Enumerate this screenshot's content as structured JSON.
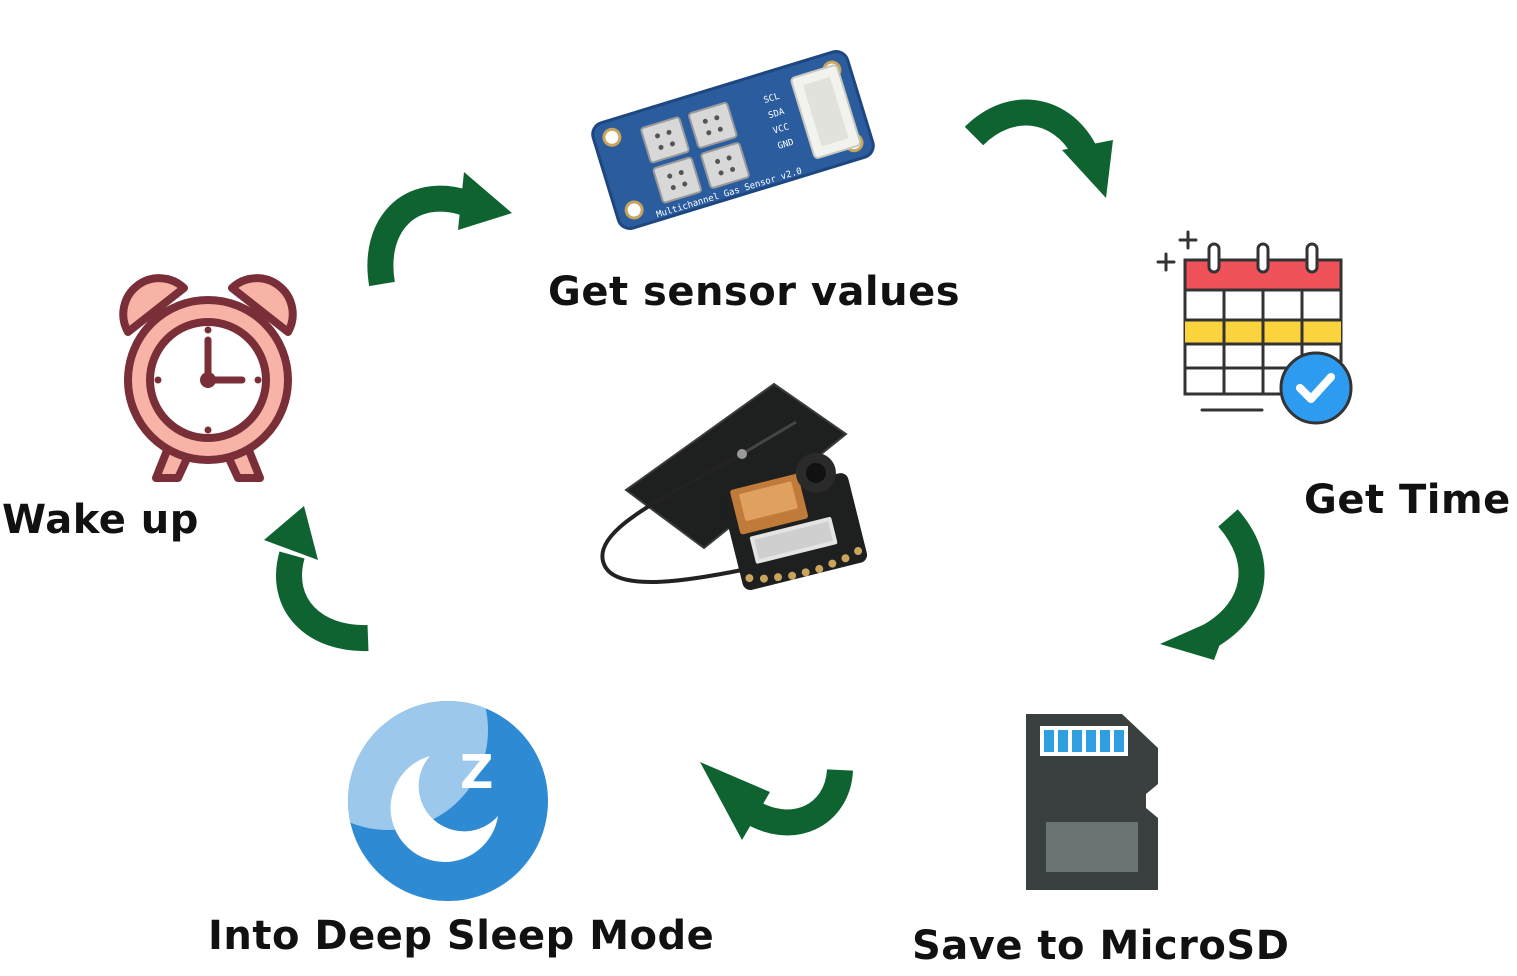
{
  "diagram": {
    "steps": [
      {
        "id": "get-sensor-values",
        "label": "Get sensor values",
        "icon": "gas-sensor-board-image"
      },
      {
        "id": "get-time",
        "label": "Get Time",
        "icon": "calendar-check-icon"
      },
      {
        "id": "save-to-microsd",
        "label": "Save to MicroSD",
        "icon": "microsd-card-icon"
      },
      {
        "id": "into-deep-sleep-mode",
        "label": "Into Deep Sleep Mode",
        "icon": "moon-sleep-icon"
      },
      {
        "id": "wake-up",
        "label": "Wake up",
        "icon": "alarm-clock-icon"
      }
    ],
    "center": {
      "icon": "xiao-esp32s3-board-with-antenna-image",
      "sensor_silkscreen": "Multichannel Gas Sensor v2.0",
      "pin_labels": [
        "SCL",
        "SDA",
        "VCC",
        "GND"
      ]
    },
    "arrow_direction": "clockwise"
  },
  "colors": {
    "arrow": "#0f6330",
    "text": "#111111",
    "clock_dark": "#7a2f38",
    "clock_face": "#f7b4a6",
    "calendar_red": "#f0525a",
    "calendar_yellow": "#fbd33c",
    "check_blue": "#2d9bf0",
    "sd_card": "#3a3f40",
    "sd_contacts": "#2f9fe0",
    "moon_blue": "#2f8ad4",
    "moon_light": "#9cc8ec",
    "sensor_board": "#2a5c9e"
  }
}
